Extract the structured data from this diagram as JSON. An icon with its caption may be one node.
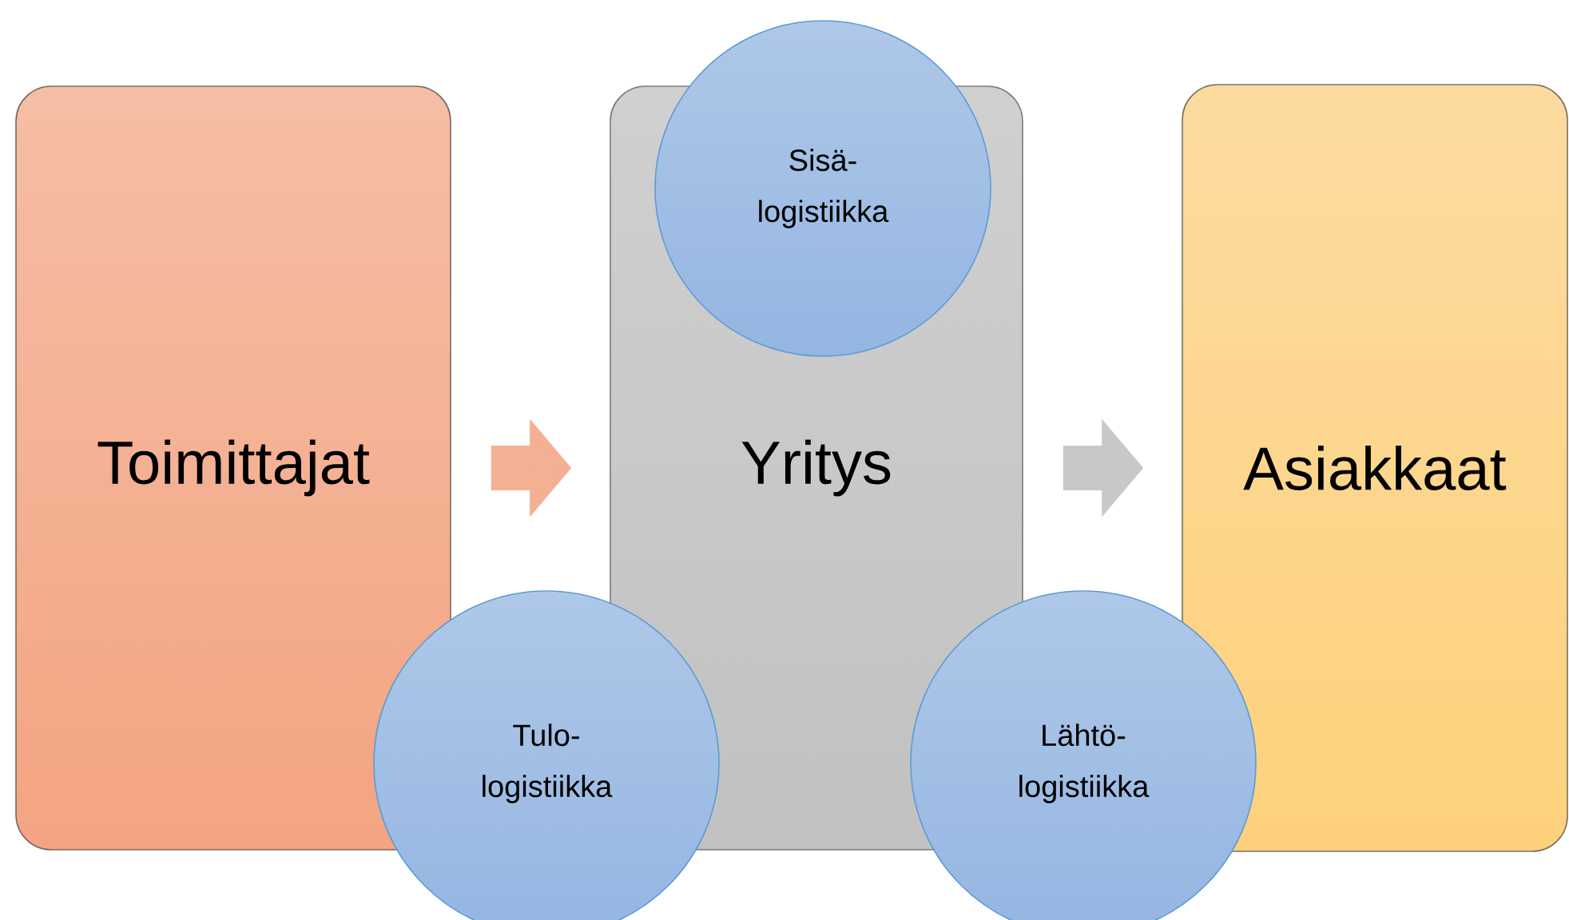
{
  "diagram": {
    "nodes": [
      {
        "text": [
          "Toimittajat"
        ]
      },
      {
        "text": [
          "Yritys"
        ]
      },
      {
        "text": [
          "Sisä- logistiikka"
        ]
      },
      {
        "text": [
          "Tulo- logistiikka"
        ]
      },
      {
        "text": [
          "Lähtö- logistiikka"
        ]
      },
      {
        "text": [
          "Asiakkaat"
        ]
      }
    ],
    "edges": [
      {
        "from": 0,
        "to": 1,
        "arrow": "to",
        "color": "#f4b092"
      },
      {
        "from": 1,
        "to": 5,
        "arrow": "to",
        "color": "#c8c8c8"
      }
    ]
  }
}
